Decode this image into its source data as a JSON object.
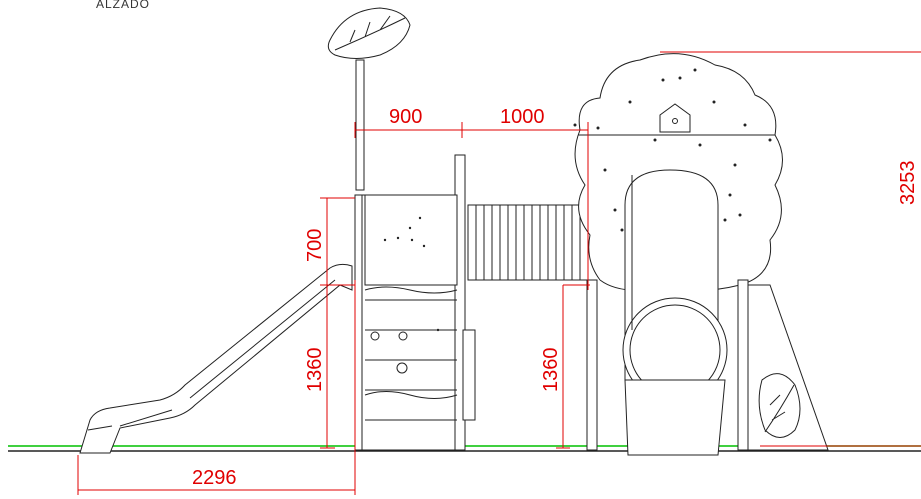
{
  "drawing": {
    "title": "ALZADO",
    "dimensions": {
      "top_left_span": "900",
      "top_right_span": "1000",
      "upper_panel_height": "700",
      "deck_height_left": "1360",
      "deck_height_right": "1360",
      "slide_length": "2296",
      "total_height": "3253"
    },
    "colors": {
      "dimension": "#e00000",
      "ground_line": "#00c000",
      "ink": "#222222"
    }
  }
}
